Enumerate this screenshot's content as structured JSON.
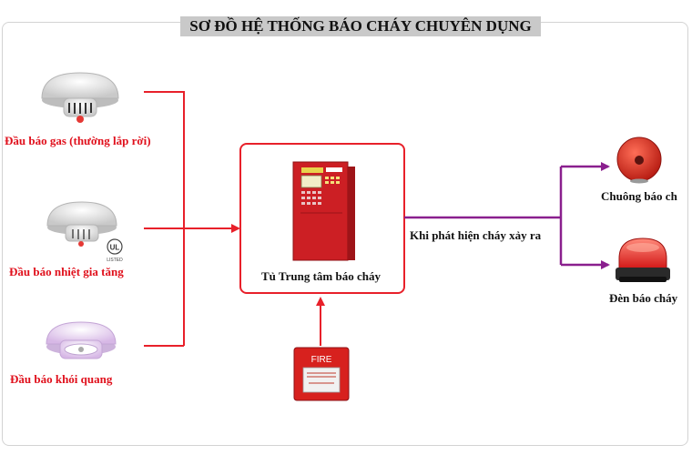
{
  "title": "SƠ ĐỒ HỆ THỐNG BÁO CHÁY CHUYÊN DỤNG",
  "detectors": {
    "gas": "Đầu báo gas (thường lắp rời)",
    "heat": "Đầu báo nhiệt gia tăng",
    "smoke": "Đầu báo khói quang"
  },
  "panel_label": "Tủ Trung tâm báo cháy",
  "trigger_label": "Khi phát hiện cháy xảy ra",
  "outputs": {
    "bell": "Chuông báo ch",
    "light": "Đèn báo cháy"
  },
  "call_point": {
    "text": "FIRE"
  },
  "ul_mark": {
    "text": "UL",
    "sub": "LISTED"
  },
  "colors": {
    "line_red": "#e8202a",
    "line_purple": "#8a1f8e",
    "label_red": "#e0101c",
    "device_red": "#cc1f24"
  }
}
